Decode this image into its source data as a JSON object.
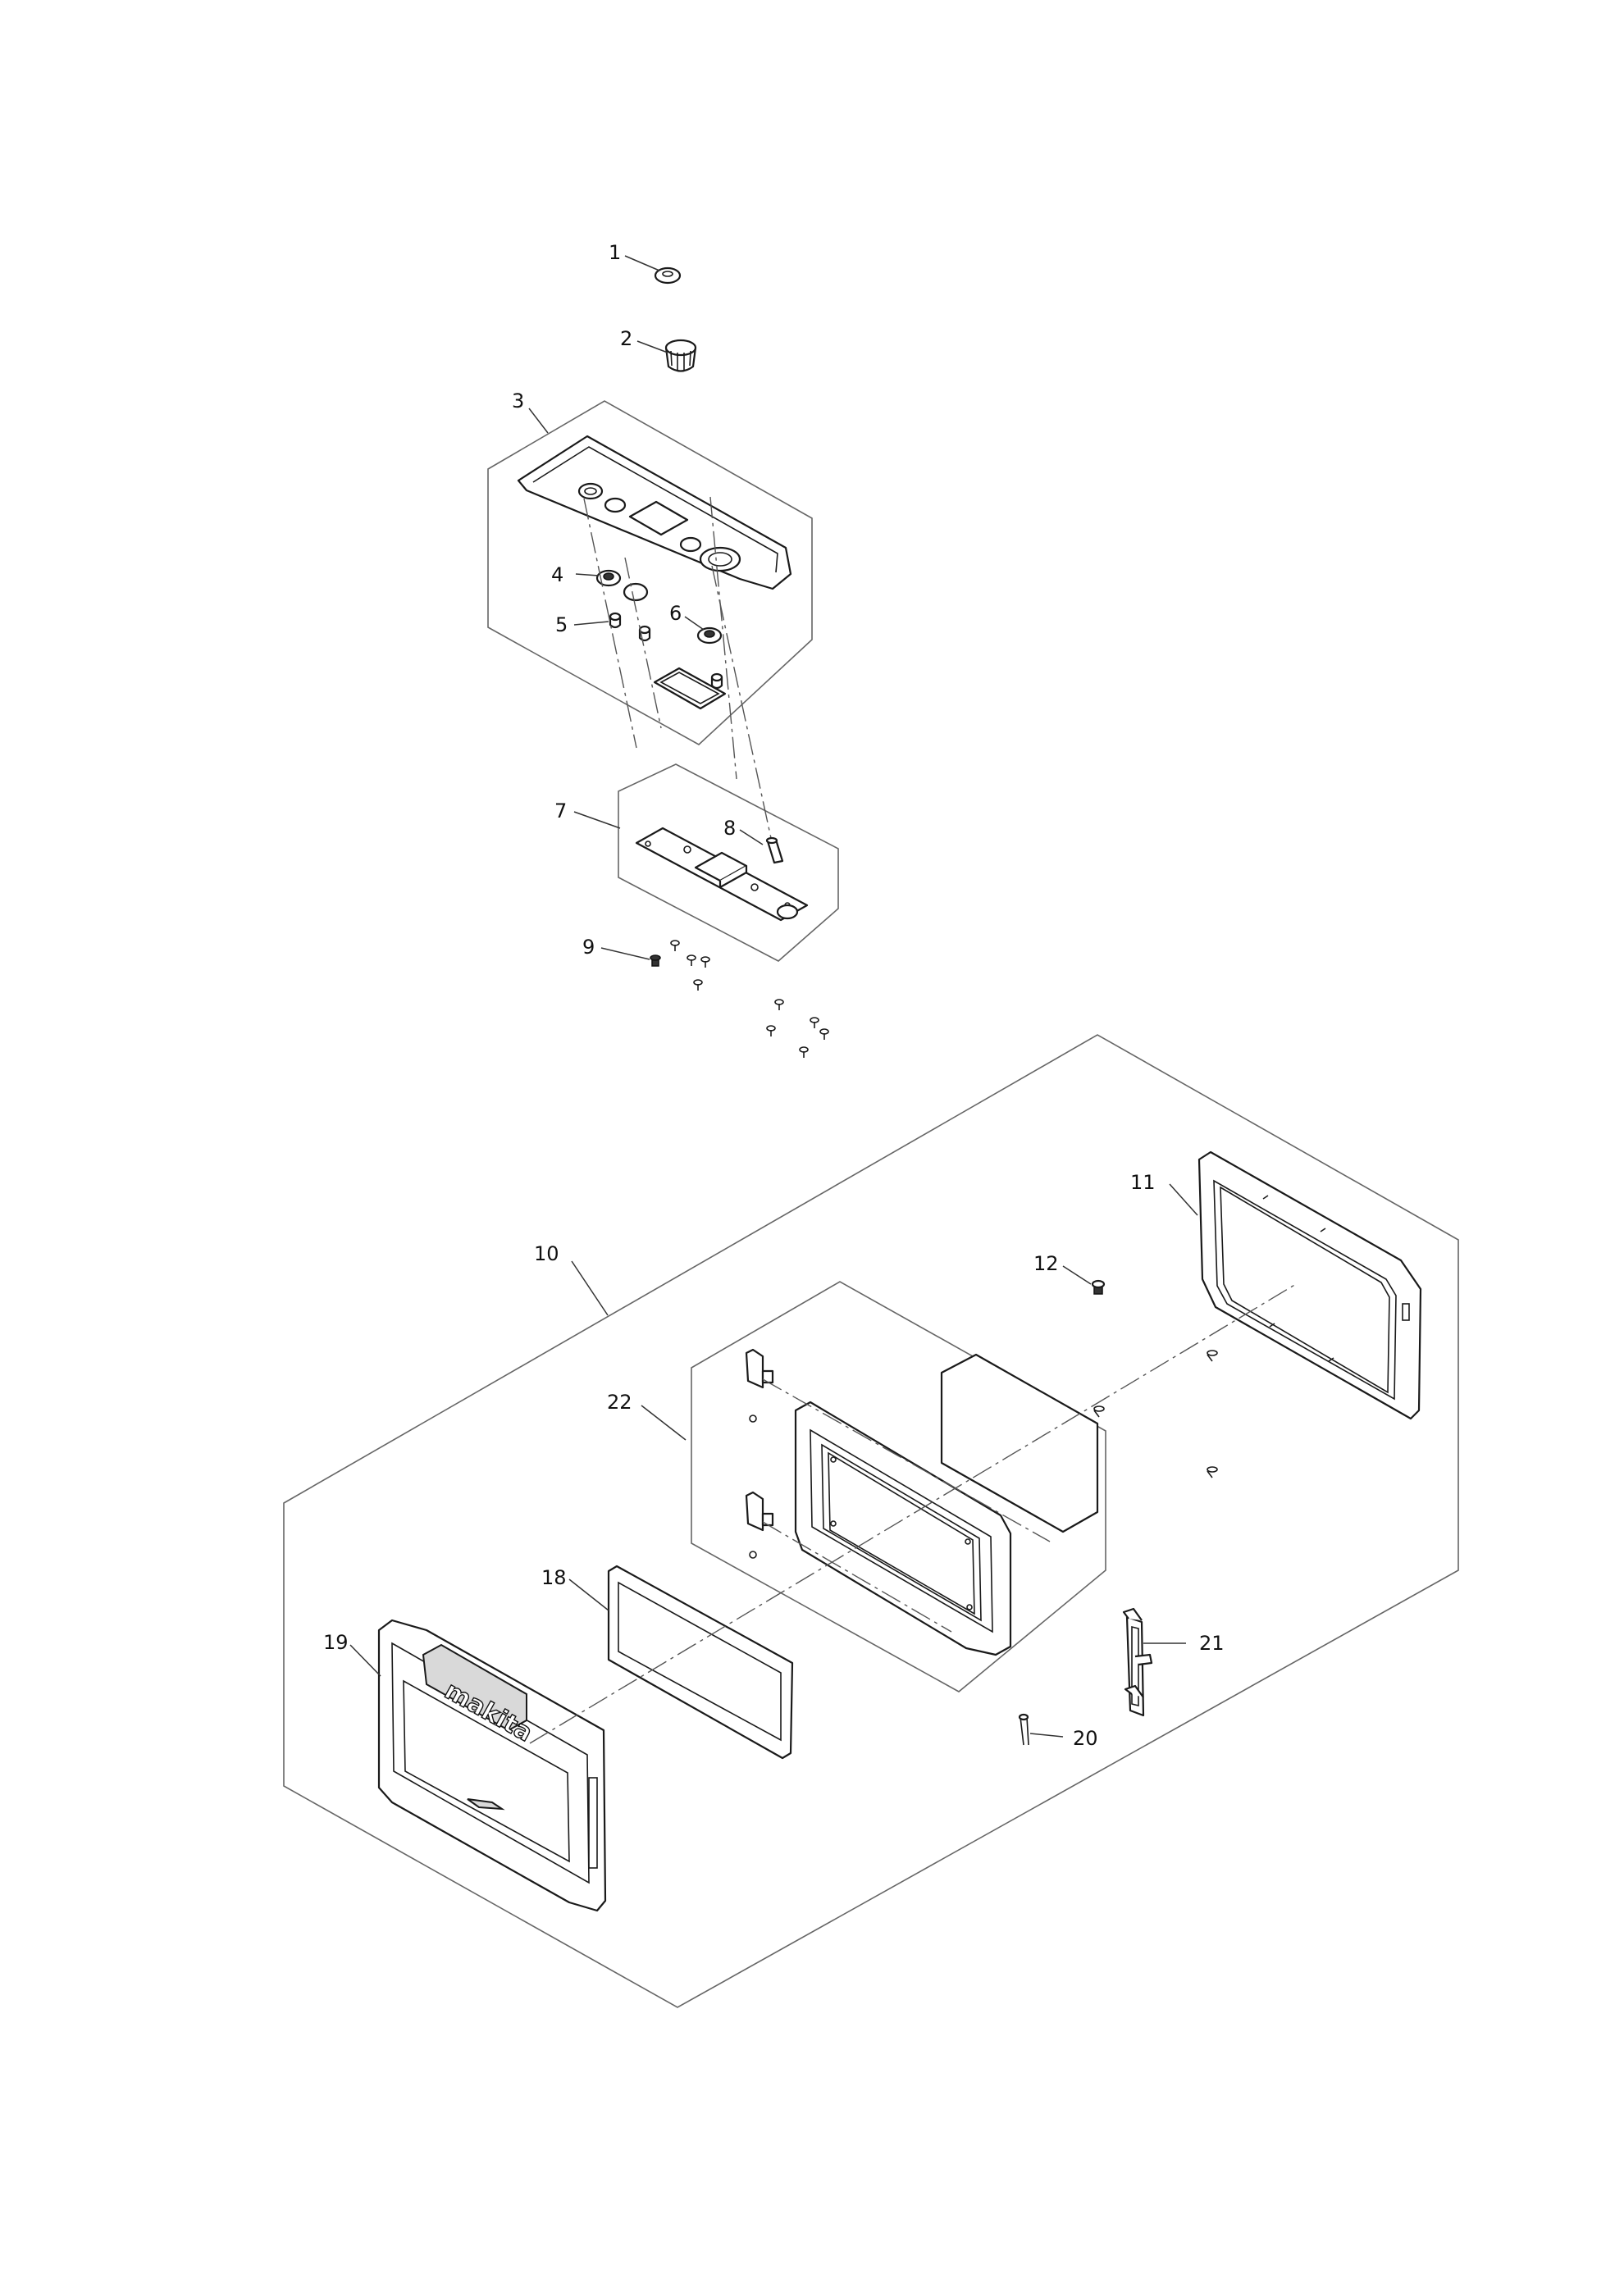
{
  "callouts": {
    "c1": "1",
    "c2": "2",
    "c3": "3",
    "c4": "4",
    "c5": "5",
    "c6": "6",
    "c7": "7",
    "c8": "8",
    "c9": "9",
    "c10": "10",
    "c11": "11",
    "c12": "12",
    "c18": "18",
    "c19": "19",
    "c20": "20",
    "c21": "21",
    "c22": "22"
  },
  "logo": {
    "text": "makita",
    "icon": "makita-logo"
  }
}
